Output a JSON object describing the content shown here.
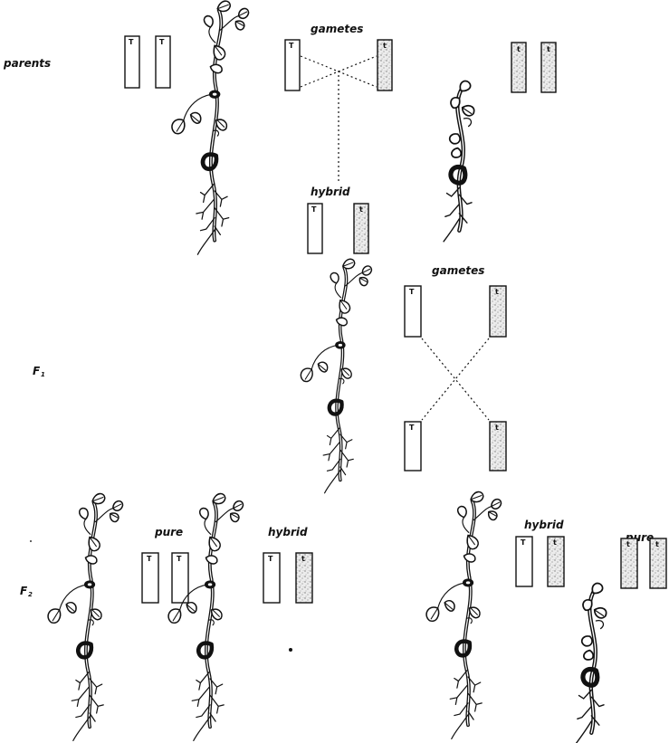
{
  "labels": {
    "parents": "parents",
    "f1": "F",
    "f1_sub": "1",
    "f2": "F",
    "f2_sub": "2",
    "gametes_top": "gametes",
    "hybrid_top": "hybrid",
    "gametes_mid": "gametes",
    "pure_left": "pure",
    "hybrid_f2_a": "hybrid",
    "hybrid_f2_b": "hybrid",
    "pure_right": "pure"
  },
  "alleles": {
    "tall": "T",
    "dwarf": "t"
  },
  "colors": {
    "ink": "#111111",
    "tall_fill": "#ffffff",
    "dwarf_fill": "#e6e6e6"
  }
}
